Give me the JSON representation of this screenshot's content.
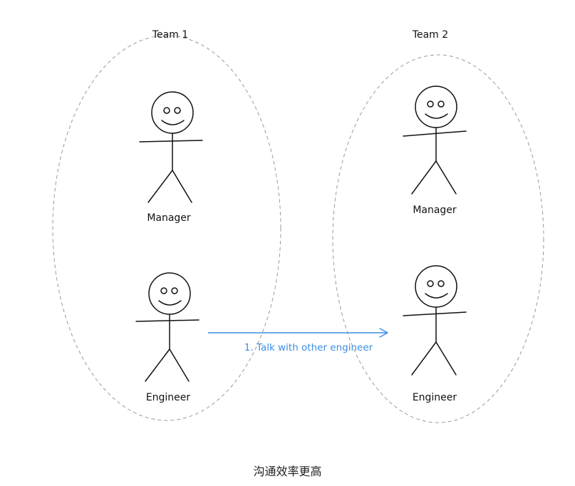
{
  "teams": [
    {
      "title": "Team 1",
      "members": [
        "Manager",
        "Engineer"
      ]
    },
    {
      "title": "Team 2",
      "members": [
        "Manager",
        "Engineer"
      ]
    }
  ],
  "arrow": {
    "label": "1. Talk with other engineer",
    "color": "#3a8ee6"
  },
  "caption": "沟通效率更高"
}
